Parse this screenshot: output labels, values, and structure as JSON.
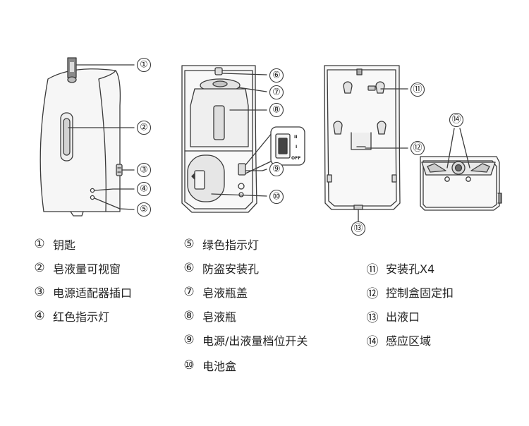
{
  "callouts": {
    "c1": "①",
    "c2": "②",
    "c3": "③",
    "c4": "④",
    "c5": "⑤",
    "c6": "⑥",
    "c7": "⑦",
    "c8": "⑧",
    "c9": "⑨",
    "c10": "⑩",
    "c11": "⑪",
    "c12": "⑫",
    "c13": "⑬",
    "c14": "⑭"
  },
  "switch_marks": {
    "high": "II",
    "low": "I",
    "off": "OFF"
  },
  "legend": [
    {
      "num": "①",
      "label": "钥匙"
    },
    {
      "num": "②",
      "label": "皂液量可视窗"
    },
    {
      "num": "③",
      "label": "电源适配器插口"
    },
    {
      "num": "④",
      "label": "红色指示灯"
    },
    {
      "num": "⑤",
      "label": "绿色指示灯"
    },
    {
      "num": "⑥",
      "label": "防盗安装孔"
    },
    {
      "num": "⑦",
      "label": "皂液瓶盖"
    },
    {
      "num": "⑧",
      "label": "皂液瓶"
    },
    {
      "num": "⑨",
      "label": "电源/出液量档位开关"
    },
    {
      "num": "⑩",
      "label": "电池盒"
    },
    {
      "num": "⑪",
      "label": "安装孔X4"
    },
    {
      "num": "⑫",
      "label": "控制盒固定扣"
    },
    {
      "num": "⑬",
      "label": "出液口"
    },
    {
      "num": "⑭",
      "label": "感应区域"
    }
  ],
  "colors": {
    "line": "#3a3a3a",
    "body_fill": "#ececec",
    "background": "#ffffff"
  }
}
